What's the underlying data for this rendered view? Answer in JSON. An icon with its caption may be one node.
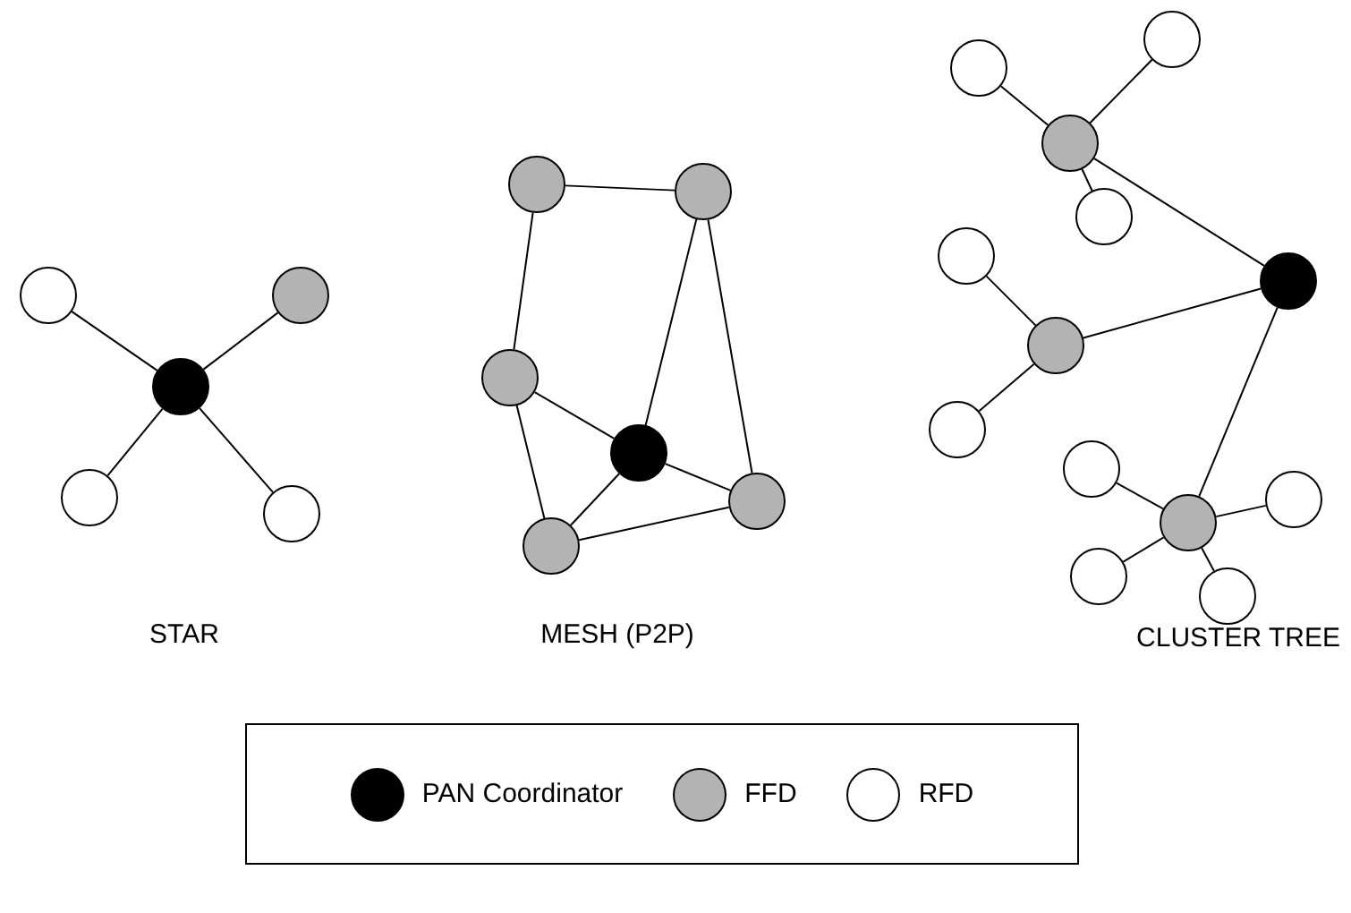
{
  "diagram": {
    "nodes": [
      {
        "text": [],
        "shape": "circle"
      },
      {
        "text": [],
        "shape": "circle"
      },
      {
        "text": [],
        "shape": "circle"
      },
      {
        "text": [],
        "shape": "circle"
      },
      {
        "text": [],
        "shape": "circle"
      },
      {
        "text": [],
        "shape": "circle"
      },
      {
        "text": [],
        "shape": "circle"
      },
      {
        "text": [],
        "shape": "circle"
      },
      {
        "text": [],
        "shape": "circle"
      },
      {
        "text": [],
        "shape": "circle"
      },
      {
        "text": [],
        "shape": "circle"
      },
      {
        "text": [],
        "shape": "circle"
      },
      {
        "text": [],
        "shape": "circle"
      },
      {
        "text": [],
        "shape": "circle"
      },
      {
        "text": [],
        "shape": "circle"
      },
      {
        "text": [],
        "shape": "circle"
      },
      {
        "text": [],
        "shape": "circle"
      },
      {
        "text": [],
        "shape": "circle"
      },
      {
        "text": [],
        "shape": "circle"
      },
      {
        "text": [],
        "shape": "circle"
      },
      {
        "text": [],
        "shape": "circle"
      },
      {
        "text": [],
        "shape": "circle"
      },
      {
        "text": [],
        "shape": "circle"
      },
      {
        "text": [],
        "shape": "circle"
      }
    ],
    "edges": [
      {
        "from": 2,
        "to": 0,
        "arrow": "none"
      },
      {
        "from": 2,
        "to": 1,
        "arrow": "none"
      },
      {
        "from": 2,
        "to": 3,
        "arrow": "none"
      },
      {
        "from": 2,
        "to": 4,
        "arrow": "none"
      },
      {
        "from": 5,
        "to": 6,
        "arrow": "none"
      },
      {
        "from": 5,
        "to": 7,
        "arrow": "none"
      },
      {
        "from": 6,
        "to": 8,
        "arrow": "none"
      },
      {
        "from": 6,
        "to": 9,
        "arrow": "none"
      },
      {
        "from": 7,
        "to": 8,
        "arrow": "none"
      },
      {
        "from": 7,
        "to": 10,
        "arrow": "none"
      },
      {
        "from": 8,
        "to": 9,
        "arrow": "none"
      },
      {
        "from": 8,
        "to": 10,
        "arrow": "none"
      },
      {
        "from": 10,
        "to": 9,
        "arrow": "none"
      },
      {
        "from": 13,
        "to": 11,
        "arrow": "none"
      },
      {
        "from": 13,
        "to": 12,
        "arrow": "none"
      },
      {
        "from": 13,
        "to": 14,
        "arrow": "none"
      },
      {
        "from": 15,
        "to": 13,
        "arrow": "none"
      },
      {
        "from": 15,
        "to": 17,
        "arrow": "none"
      },
      {
        "from": 15,
        "to": 20,
        "arrow": "none"
      },
      {
        "from": 17,
        "to": 16,
        "arrow": "none"
      },
      {
        "from": 17,
        "to": 18,
        "arrow": "none"
      },
      {
        "from": 20,
        "to": 19,
        "arrow": "none"
      },
      {
        "from": 20,
        "to": 21,
        "arrow": "none"
      },
      {
        "from": 20,
        "to": 22,
        "arrow": "none"
      },
      {
        "from": 20,
        "to": 23,
        "arrow": "none"
      }
    ],
    "labels": [
      "STAR",
      "MESH (P2P)",
      "CLUSTER TREE"
    ],
    "legend": [
      {
        "text": "PAN Coordinator",
        "color": "#000000"
      },
      {
        "text": "FFD",
        "color": "#b3b3b3"
      },
      {
        "text": "RFD",
        "color": "#ffffff"
      }
    ]
  }
}
